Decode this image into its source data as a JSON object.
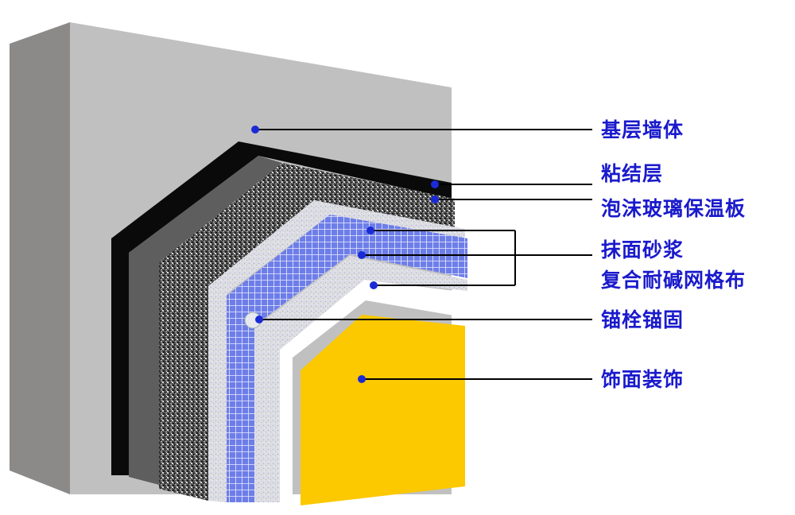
{
  "colors": {
    "label_text": "#1a1acc",
    "leader_line": "#000000",
    "marker_dot": "#1a2bd6",
    "base_wall_front": "#c0c0c0",
    "base_wall_side": "#8c8989",
    "adhesive": "#0a0a0a",
    "insulation": "#5a5a5a",
    "mortar": "#d8d8e0",
    "mesh": "#4a5be0",
    "finish": "#fcc800"
  },
  "labels": {
    "base_wall": "基层墙体",
    "adhesive": "粘结层",
    "insulation_board": "泡沫玻璃保温板",
    "plaster_mortar": "抹面砂浆",
    "mesh_cloth": "复合耐碱网格布",
    "anchor": "锚栓锚固",
    "finish": "饰面装饰"
  }
}
